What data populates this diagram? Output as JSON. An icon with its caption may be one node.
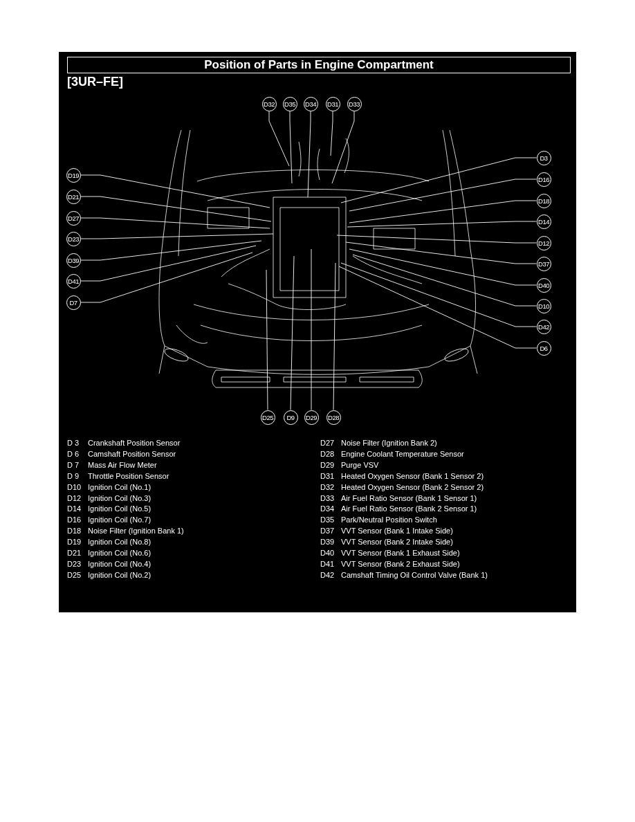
{
  "diagram": {
    "title": "Position of Parts in Engine Compartment",
    "nodes": [
      {
        "text": [
          "D32"
        ]
      },
      {
        "text": [
          "D35"
        ]
      },
      {
        "text": [
          "D34"
        ]
      },
      {
        "text": [
          "D31"
        ]
      },
      {
        "text": [
          "D33"
        ]
      },
      {
        "text": [
          "D19"
        ]
      },
      {
        "text": [
          "D21"
        ]
      },
      {
        "text": [
          "D27"
        ]
      },
      {
        "text": [
          "D23"
        ]
      },
      {
        "text": [
          "D39"
        ]
      },
      {
        "text": [
          "D41"
        ]
      },
      {
        "text": [
          "D7"
        ]
      },
      {
        "text": [
          "D3"
        ]
      },
      {
        "text": [
          "D16"
        ]
      },
      {
        "text": [
          "D18"
        ]
      },
      {
        "text": [
          "D14"
        ]
      },
      {
        "text": [
          "D12"
        ]
      },
      {
        "text": [
          "D37"
        ]
      },
      {
        "text": [
          "D40"
        ]
      },
      {
        "text": [
          "D10"
        ]
      },
      {
        "text": [
          "D42"
        ]
      },
      {
        "text": [
          "D6"
        ]
      },
      {
        "text": [
          "D25"
        ]
      },
      {
        "text": [
          "D9"
        ]
      },
      {
        "text": [
          "D29"
        ]
      },
      {
        "text": [
          "D28"
        ]
      }
    ],
    "edges": [
      {
        "from": 0,
        "to": null,
        "arrow": "none"
      },
      {
        "from": 1,
        "to": null,
        "arrow": "none"
      },
      {
        "from": 2,
        "to": null,
        "arrow": "none"
      },
      {
        "from": 3,
        "to": null,
        "arrow": "none"
      },
      {
        "from": 4,
        "to": null,
        "arrow": "none"
      },
      {
        "from": 5,
        "to": null,
        "arrow": "none"
      },
      {
        "from": 6,
        "to": null,
        "arrow": "none"
      },
      {
        "from": 7,
        "to": null,
        "arrow": "none"
      },
      {
        "from": 8,
        "to": null,
        "arrow": "none"
      },
      {
        "from": 9,
        "to": null,
        "arrow": "none"
      },
      {
        "from": 10,
        "to": null,
        "arrow": "none"
      },
      {
        "from": 11,
        "to": null,
        "arrow": "none"
      },
      {
        "from": 12,
        "to": null,
        "arrow": "none"
      },
      {
        "from": 13,
        "to": null,
        "arrow": "none"
      },
      {
        "from": 14,
        "to": null,
        "arrow": "none"
      },
      {
        "from": 15,
        "to": null,
        "arrow": "none"
      },
      {
        "from": 16,
        "to": null,
        "arrow": "none"
      },
      {
        "from": 17,
        "to": null,
        "arrow": "none"
      },
      {
        "from": 18,
        "to": null,
        "arrow": "none"
      },
      {
        "from": 19,
        "to": null,
        "arrow": "none"
      },
      {
        "from": 20,
        "to": null,
        "arrow": "none"
      },
      {
        "from": 21,
        "to": null,
        "arrow": "none"
      },
      {
        "from": 22,
        "to": null,
        "arrow": "none"
      },
      {
        "from": 23,
        "to": null,
        "arrow": "none"
      },
      {
        "from": 24,
        "to": null,
        "arrow": "none"
      },
      {
        "from": 25,
        "to": null,
        "arrow": "none"
      }
    ],
    "labels": [
      "[3UR–FE]",
      "D 3",
      "Crankshaft Position Sensor",
      "D 6",
      "Camshaft Position Sensor",
      "D 7",
      "Mass Air Flow Meter",
      "D 9",
      "Throttle Position Sensor",
      "D10",
      "Ignition Coil (No.1)",
      "D12",
      "Ignition Coil (No.3)",
      "D14",
      "Ignition Coil (No.5)",
      "D16",
      "Ignition Coil (No.7)",
      "D18",
      "Noise Filter (Ignition Bank 1)",
      "D19",
      "Ignition Coil (No.8)",
      "D21",
      "Ignition Coil (No.6)",
      "D23",
      "Ignition Coil (No.4)",
      "D25",
      "Ignition Coil (No.2)",
      "D27",
      "Noise Filter (Ignition Bank 2)",
      "D28",
      "Engine Coolant Temperature Sensor",
      "D29",
      "Purge VSV",
      "D31",
      "Heated Oxygen Sensor (Bank 1 Sensor 2)",
      "D32",
      "Heated Oxygen Sensor (Bank 2 Sensor 2)",
      "D33",
      "Air Fuel Ratio Sensor (Bank 1 Sensor 1)",
      "D34",
      "Air Fuel Ratio Sensor (Bank 2 Sensor 1)",
      "D35",
      "Park/Neutral Position Switch",
      "D37",
      "VVT Sensor (Bank 1 Intake Side)",
      "D39",
      "VVT Sensor (Bank 2 Intake Side)",
      "D40",
      "VVT Sensor (Bank 1 Exhaust Side)",
      "D41",
      "VVT Sensor (Bank 2 Exhaust Side)",
      "D42",
      "Camshaft Timing Oil Control Valve (Bank 1)"
    ]
  }
}
